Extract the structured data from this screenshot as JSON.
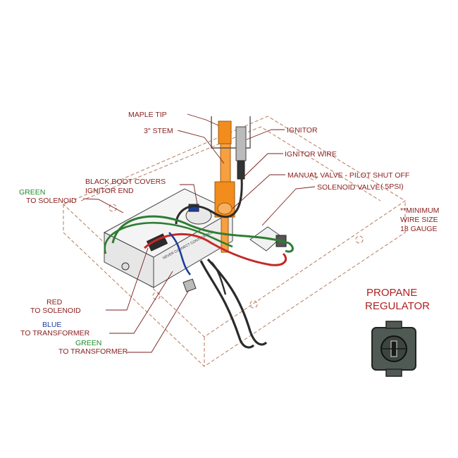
{
  "labels": {
    "maple_tip": "MAPLE TIP",
    "stem": "3\" STEM",
    "ignitor": "IGNITOR",
    "ignitor_wire": "IGNITOR WIRE",
    "manual_valve": "MANUAL VALVE - PILOT SHUT OFF",
    "solenoid_valve": "SOLENOID VALVE",
    "solenoid_psi": "(.5PSI)",
    "black_boot_1": "BLACK BOOT COVERS",
    "black_boot_2": "IGNITOR END",
    "green_solenoid_color": "GREEN",
    "green_solenoid_target": "TO SOLENOID",
    "red_color": "RED",
    "red_target": "TO SOLENOID",
    "blue_color": "BLUE",
    "blue_target": "TO TRANSFORMER",
    "green_transformer_color": "GREEN",
    "green_transformer_target": "TO TRANSFORMER",
    "min_wire_1": "**MINIMUM",
    "min_wire_2": "WIRE SIZE",
    "min_wire_3": "18 GAUGE",
    "propane_1": "PROPANE",
    "propane_2": "REGULATOR",
    "control_box_text": "NEVER CONNECT CONTROL BOX"
  },
  "colors": {
    "label_red": "#8a1c1c",
    "wire_green": "#2e7d32",
    "wire_red": "#c62828",
    "wire_blue": "#1b3f9a",
    "wire_black": "#2b2b2b",
    "stem_orange": "#f28c1c",
    "outline_dash": "#b57a5a"
  },
  "icons": {
    "propane_regulator": "propane-regulator-icon"
  }
}
